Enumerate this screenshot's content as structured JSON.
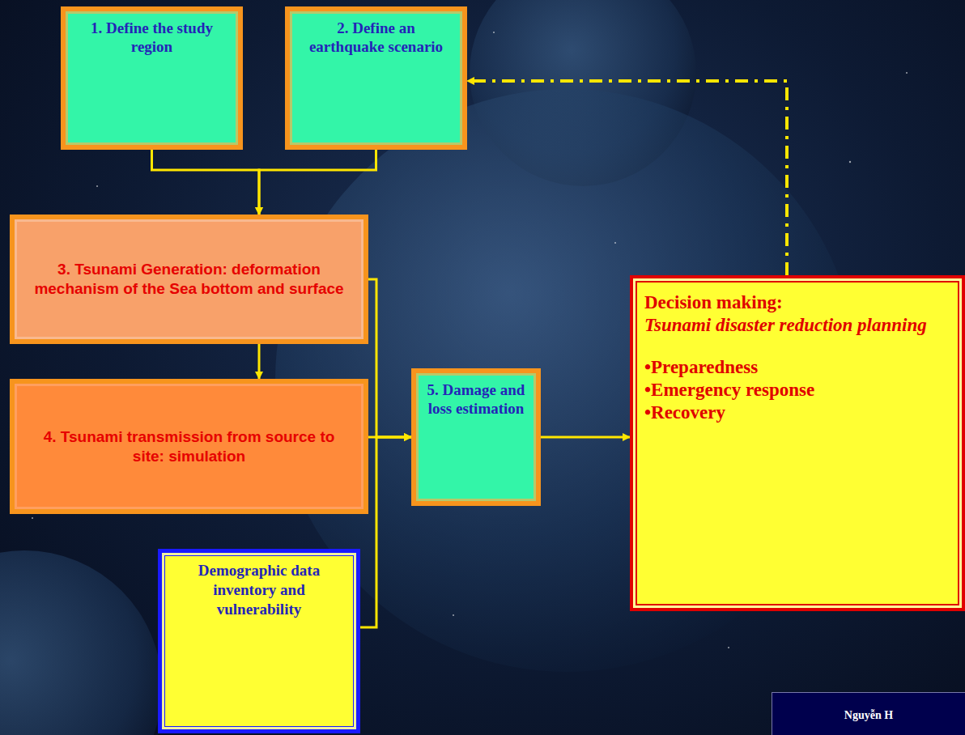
{
  "diagram": {
    "nodes": [
      {
        "text": [
          "1. Define the study region"
        ]
      },
      {
        "text": [
          "2. Define an earthquake scenario"
        ]
      },
      {
        "text": [
          "3. Tsunami Generation: deformation mechanism of the Sea bottom and surface"
        ]
      },
      {
        "text": [
          "4. Tsunami transmission from source to site: simulation"
        ]
      },
      {
        "text": [
          "5. Damage and loss estimation"
        ]
      },
      {
        "text": [
          "Demographic data inventory and vulnerability"
        ]
      },
      {
        "text": [
          "Decision making:",
          "Tsunami disaster reduction planning",
          "•Preparedness",
          "•Emergency response",
          "•Recovery"
        ]
      }
    ],
    "edges": [
      {
        "from": 0,
        "to": 2,
        "arrow": "to"
      },
      {
        "from": 1,
        "to": 2,
        "arrow": "to"
      },
      {
        "from": 2,
        "to": 3,
        "arrow": "to"
      },
      {
        "from": 2,
        "to": 4,
        "arrow": "to"
      },
      {
        "from": 3,
        "to": 4,
        "arrow": "to"
      },
      {
        "from": 5,
        "to": 4,
        "arrow": "to"
      },
      {
        "from": 4,
        "to": 6,
        "arrow": "to"
      },
      {
        "from": 6,
        "to": 1,
        "arrow": "to"
      }
    ],
    "labels": [
      "Nguyễn H"
    ]
  }
}
